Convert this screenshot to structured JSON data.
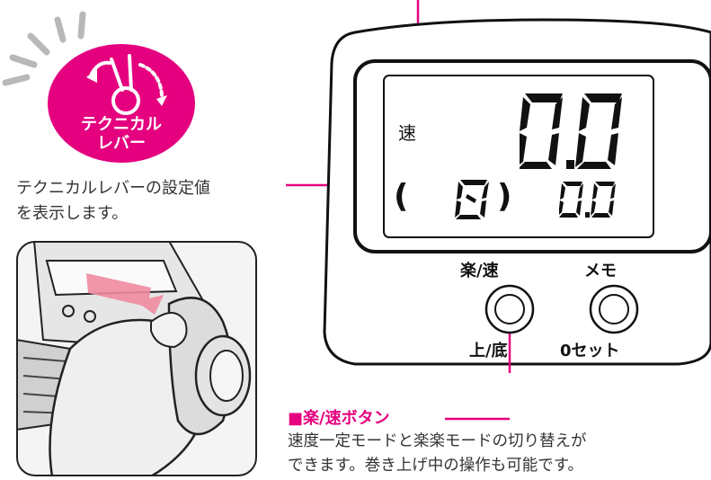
{
  "lever": {
    "badge_line1": "テクニカル",
    "badge_line2": "レバー",
    "caption_line1": "テクニカルレバーの設定値",
    "caption_line2": "を表示します。"
  },
  "display": {
    "speed_label": "速",
    "main_digits": "0.0",
    "lever_value": "0",
    "sub_digits": "0.0",
    "paren_open": "(",
    "paren_close": ")"
  },
  "buttons": {
    "raku_soku_top": "楽/速",
    "raku_soku_bottom": "上/底",
    "memo_top": "メモ",
    "memo_bottom": "0セット"
  },
  "section": {
    "title": "■楽/速ボタン",
    "body_line1": "速度一定モードと楽楽モードの切り替えが",
    "body_line2": "できます。巻き上げ中の操作も可能です。"
  },
  "colors": {
    "accent": "#e5007f",
    "ink": "#111111",
    "lcd_bg": "#ffffff"
  }
}
